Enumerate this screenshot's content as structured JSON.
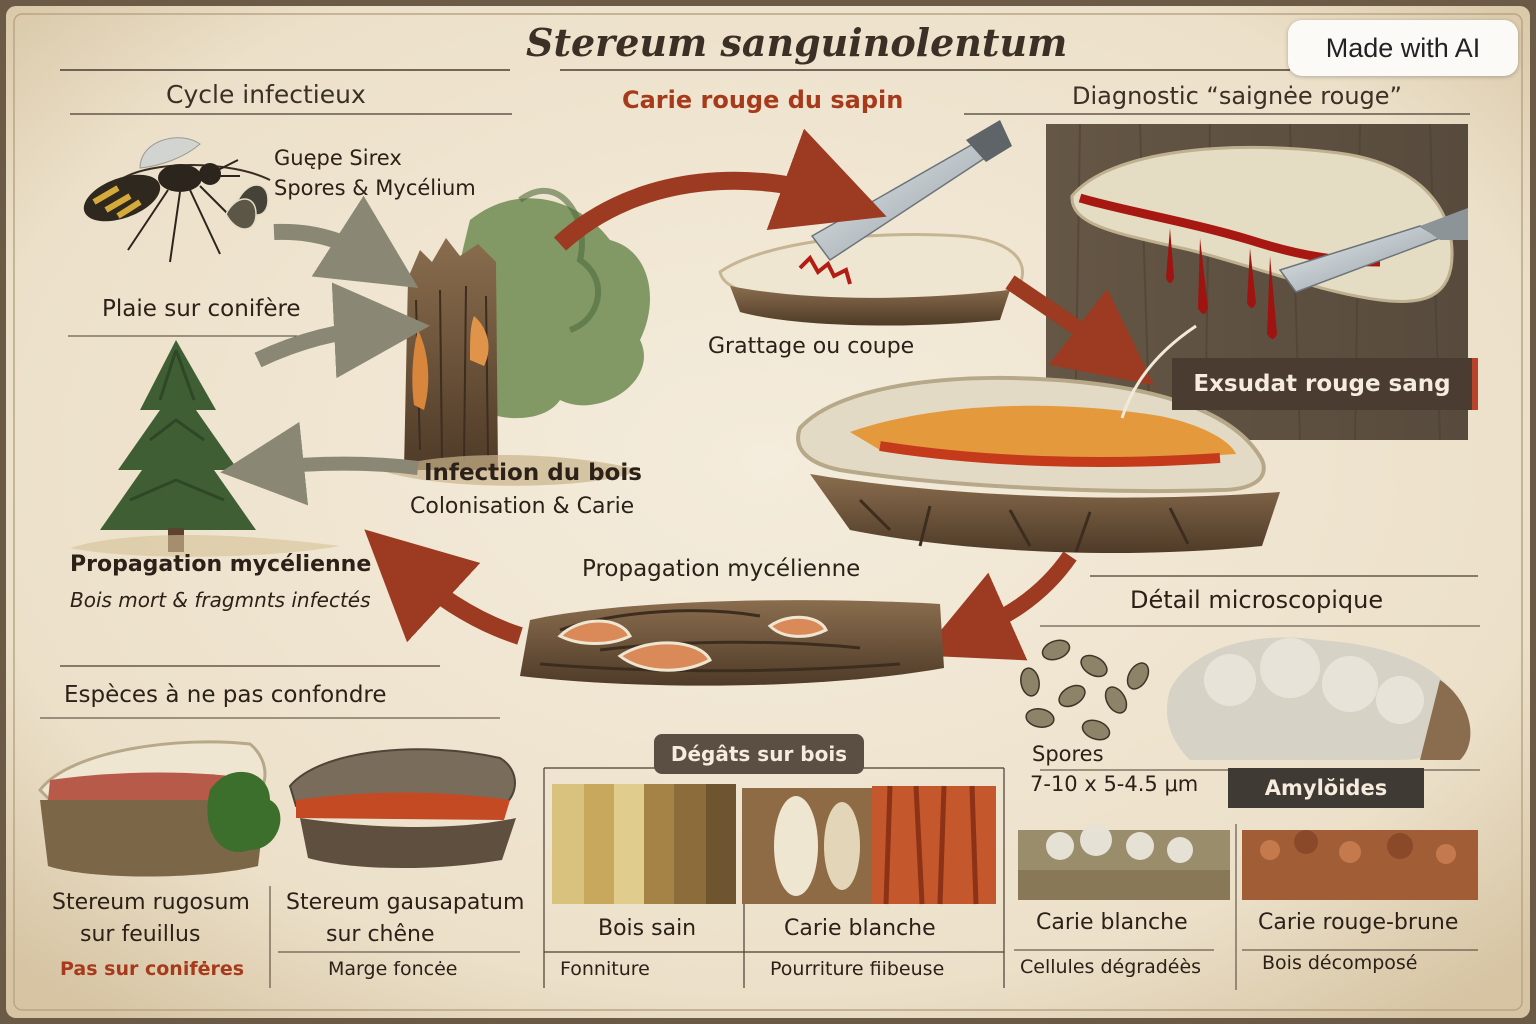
{
  "title": "Stereum sanguinolentum",
  "subtitle": "Carie rouge du sapin",
  "badge": "Made with AI",
  "cycle": {
    "heading": "Cycle infectieux",
    "wasp_line1": "Guępe Sirex",
    "wasp_line2": "Spores & Mycélium",
    "wound": "Plaie sur conifère",
    "infection_title": "Infection du bois",
    "infection_sub": "Colonisation & Carie",
    "spread_title": "Propagation mycélienne",
    "spread_sub": "Bois mort & fragmnts infectés",
    "scrape": "Grattage ou coupe",
    "log_label": "Propagation mycélienne"
  },
  "diagnostic": {
    "heading": "Diagnostic “saignėe rouge”",
    "exudate": "Exsudat rouge sang"
  },
  "micro": {
    "heading": "Détail microscopique",
    "spores_label": "Spores",
    "spores_size": "7-10 x 5-4.5 μm",
    "amyloid": "Amylŏides",
    "white_rot": "Carie blanche",
    "white_rot_sub": "Cellules dégradéès",
    "brown_rot": "Carie rouge-brune",
    "brown_rot_sub": "Bois décomposé"
  },
  "confuse": {
    "heading": "Espèces à ne pas confondre",
    "sp1_line1": "Stereum rugosum",
    "sp1_line2": "sur feuillus",
    "sp1_note": "Pas sur conifėres",
    "sp2_line1": "Stereum gausapatum",
    "sp2_line2": "sur chêne",
    "sp2_note": "Marge foncėe"
  },
  "damage": {
    "heading": "Dégâts sur bois",
    "sound": "Bois sain",
    "sound_sub": "Fonniture",
    "white": "Carie blanche",
    "white_sub": "Pourriture fiibeuse"
  },
  "colors": {
    "paper": "#efe5d2",
    "ink": "#2b2118",
    "accent_red": "#a83a1c",
    "arrow_red": "#9c3a22",
    "arrow_grey": "#8a8775",
    "dark_tag": "#4a3c30"
  }
}
